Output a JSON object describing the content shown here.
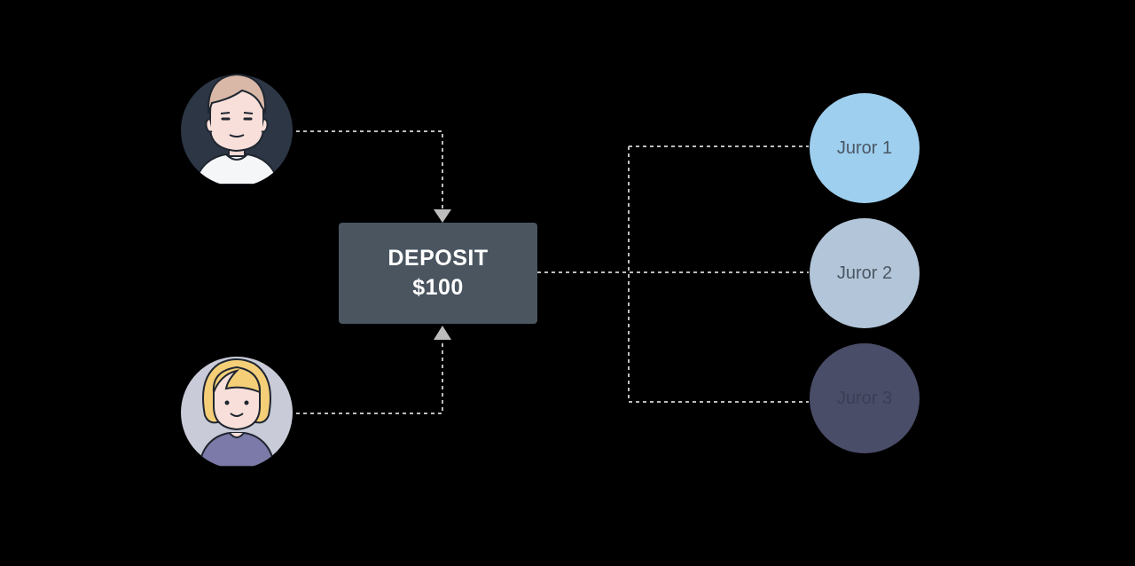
{
  "deposit": {
    "line1": "DEPOSIT",
    "line2": "$100",
    "color": "#4a5560"
  },
  "jurors": [
    {
      "label": "Juror 1",
      "color": "#9ecfef",
      "text_color": "#4b5663"
    },
    {
      "label": "Juror 2",
      "color": "#b3c6d9",
      "text_color": "#4b5663"
    },
    {
      "label": "Juror 3",
      "color": "#4a4d68",
      "text_color": "#3b3e55"
    }
  ],
  "parties": [
    {
      "icon": "man-avatar-icon",
      "bg": "#2d3645"
    },
    {
      "icon": "woman-avatar-icon",
      "bg": "#c9cbd8"
    }
  ],
  "connector_color": "#bdbdbd"
}
